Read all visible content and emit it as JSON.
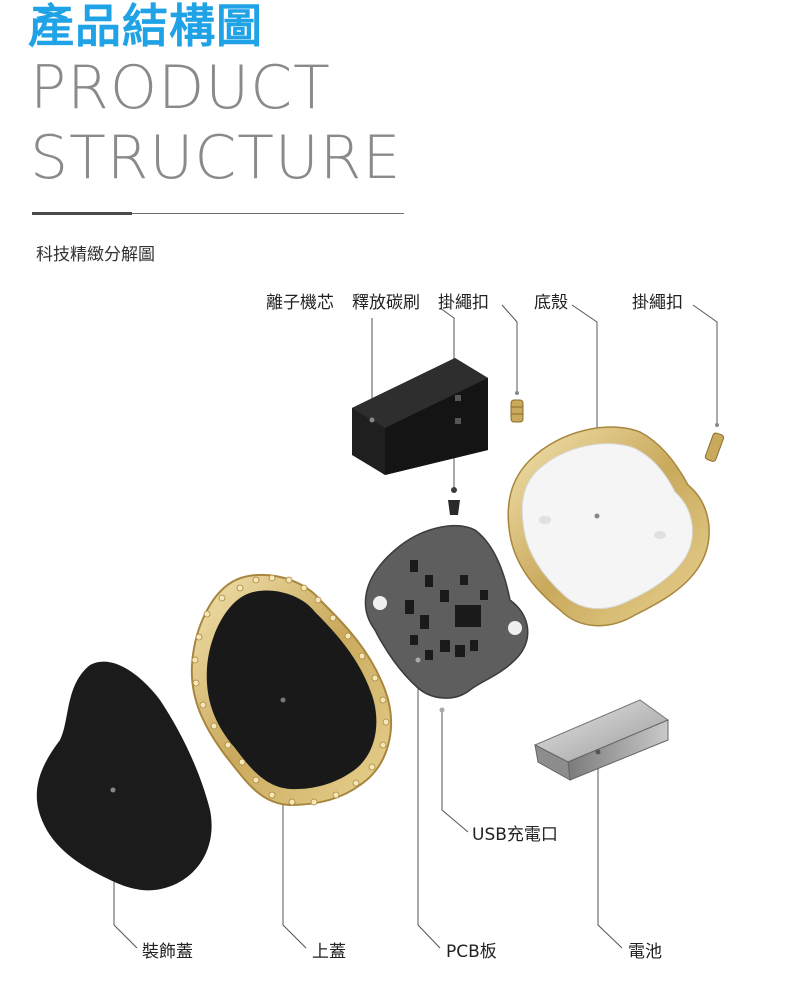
{
  "header": {
    "title_cn": "產品結構圖",
    "title_en_line1": "PRODUCT",
    "title_en_line2": "STRUCTURE",
    "subtitle": "科技精緻分解圖"
  },
  "labels": {
    "ion_core": "離子機芯",
    "carbon_brush": "釋放碳刷",
    "lanyard_buckle_1": "掛繩扣",
    "bottom_shell": "底殼",
    "lanyard_buckle_2": "掛繩扣",
    "usb_port": "USB充電口",
    "decorative_cover": "裝飾蓋",
    "top_cover": "上蓋",
    "pcb_board": "PCB板",
    "battery": "電池"
  },
  "colors": {
    "title_blue": "#1fa3e6",
    "gold": "#d4b76a",
    "dark_part": "#1e1e1e",
    "pcb_gray": "#5f5f5f"
  }
}
